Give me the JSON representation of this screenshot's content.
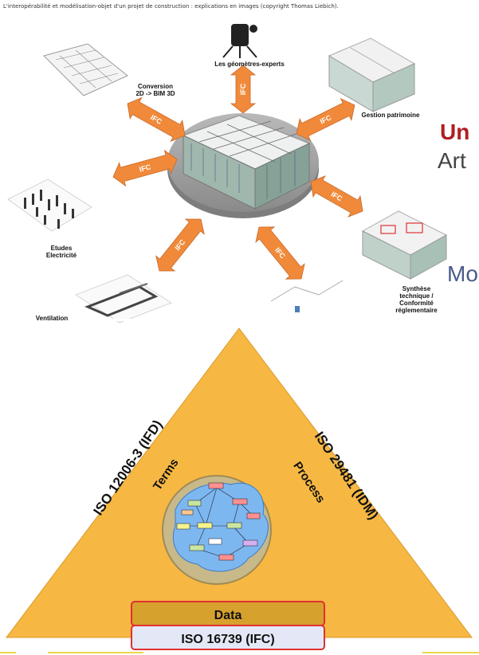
{
  "caption": "L'interopérabilité et modélisation-objet d'un projet de construction : explications en images (copyright Thomas Liebich).",
  "arrow_label": "IFC",
  "nodes": {
    "geometres": "Les géomètres-experts",
    "conversion": "Conversion\n2D -> BIM 3D",
    "gestion": "Gestion patrimoine",
    "etudes": "Etudes\nElectricité",
    "synthese": "Synthèse\ntechnique /\nConformité\nréglementaire",
    "ventilation": "Ventilation"
  },
  "side_text": {
    "line1": "Un",
    "line2": "Art",
    "line3": "Mo"
  },
  "triangle": {
    "left_side": "ISO 12006-3 (IFD)",
    "left_inner": "Terms",
    "right_side": "ISO 29481 (IDM)",
    "right_inner": "Process",
    "data_label": "Data",
    "bottom_label": "ISO 16739 (IFC)"
  },
  "colors": {
    "arrow": "#f08a3a",
    "triangle": "#f5b843",
    "red_text": "#b01d22",
    "highlight": "#e03030"
  }
}
